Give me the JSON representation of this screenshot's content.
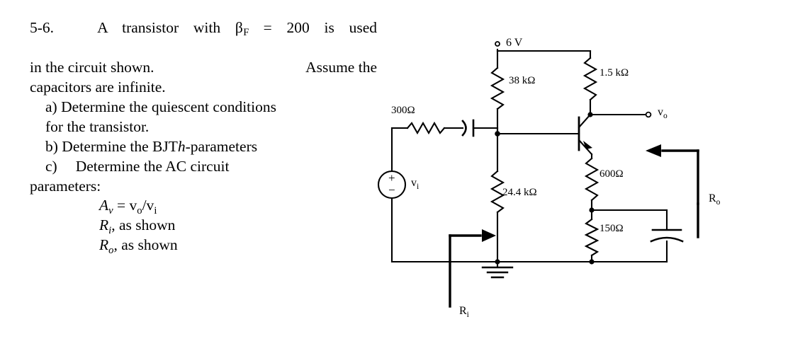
{
  "problem": {
    "number": "5-6.",
    "intro_line1_a": "A transistor with",
    "intro_beta": "β",
    "intro_beta_sub": "F",
    "intro_line1_b": "= 200 is used",
    "intro_line2": "in the circuit shown.",
    "intro_line2_b": "Assume the",
    "intro_line3": "capacitors are infinite.",
    "item_a_label": "a)",
    "item_a_text": "Determine the quiescent conditions",
    "item_a_text2": "for the transistor.",
    "item_b_label": "b)",
    "item_b_text_pre": "Determine the BJT",
    "item_b_text_ital": "h",
    "item_b_text_post": "-parameters",
    "item_c_label": "c)",
    "item_c_text": "Determine    the    AC    circuit",
    "item_c_text2": "parameters:",
    "formula_av_a": "A",
    "formula_av_sub": "v",
    "formula_av_b": "= v",
    "formula_av_sub2": "o",
    "formula_av_c": "/v",
    "formula_av_sub3": "i",
    "formula_ri_a": "R",
    "formula_ri_sub": "i",
    "formula_ri_b": ", as shown",
    "formula_ro_a": "R",
    "formula_ro_sub": "o",
    "formula_ro_b": ", as shown"
  },
  "circuit": {
    "supply_label": "6 V",
    "r_bias_top": "38 kΩ",
    "r_collector": "1.5 kΩ",
    "r_source": "300Ω",
    "r_bias_bottom": "24.4 kΩ",
    "r_emitter_top": "600Ω",
    "r_emitter_bottom": "150Ω",
    "source_label_v": "v",
    "source_label_sub": "i",
    "source_plus": "+",
    "source_minus": "−",
    "output_label_v": "v",
    "output_label_sub": "o",
    "input_resistance_label": "R",
    "input_resistance_sub": "i",
    "output_resistance_label": "R",
    "output_resistance_sub": "o",
    "stroke_color": "#000000",
    "background_color": "#ffffff"
  }
}
